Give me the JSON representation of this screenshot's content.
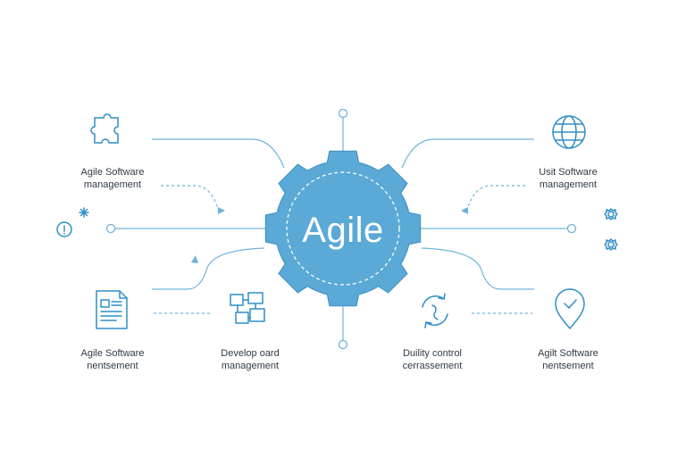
{
  "center": {
    "label": "Agile"
  },
  "colors": {
    "accent": "#5aa9d6",
    "accent_dark": "#3e8fbf",
    "line": "#6fb3d9",
    "icon": "#2f8fc4",
    "text": "#2f3a46"
  },
  "nodes": [
    {
      "id": "top-left",
      "icon": "puzzle-icon",
      "line1": "Agile Software",
      "line2": "management"
    },
    {
      "id": "top-right",
      "icon": "globe-icon",
      "line1": "Usit Software",
      "line2": "management"
    },
    {
      "id": "bottom-left",
      "icon": "document-icon",
      "line1": "Agile Software",
      "line2": "nentsement"
    },
    {
      "id": "bottom-center-left",
      "icon": "workflow-icon",
      "line1": "Develop oard",
      "line2": "management"
    },
    {
      "id": "bottom-center-right",
      "icon": "refresh-cycle-icon",
      "line1": "Duility control",
      "line2": "cerrassement"
    },
    {
      "id": "bottom-right",
      "icon": "location-pin-icon",
      "line1": "Agilt Software",
      "line2": "nentsement"
    }
  ],
  "side_icons": [
    {
      "id": "left-info",
      "icon": "info-icon"
    },
    {
      "id": "left-spark",
      "icon": "sparkle-icon"
    },
    {
      "id": "right-gear-top",
      "icon": "small-gear-icon"
    },
    {
      "id": "right-gear-bottom",
      "icon": "small-gear-icon"
    }
  ]
}
